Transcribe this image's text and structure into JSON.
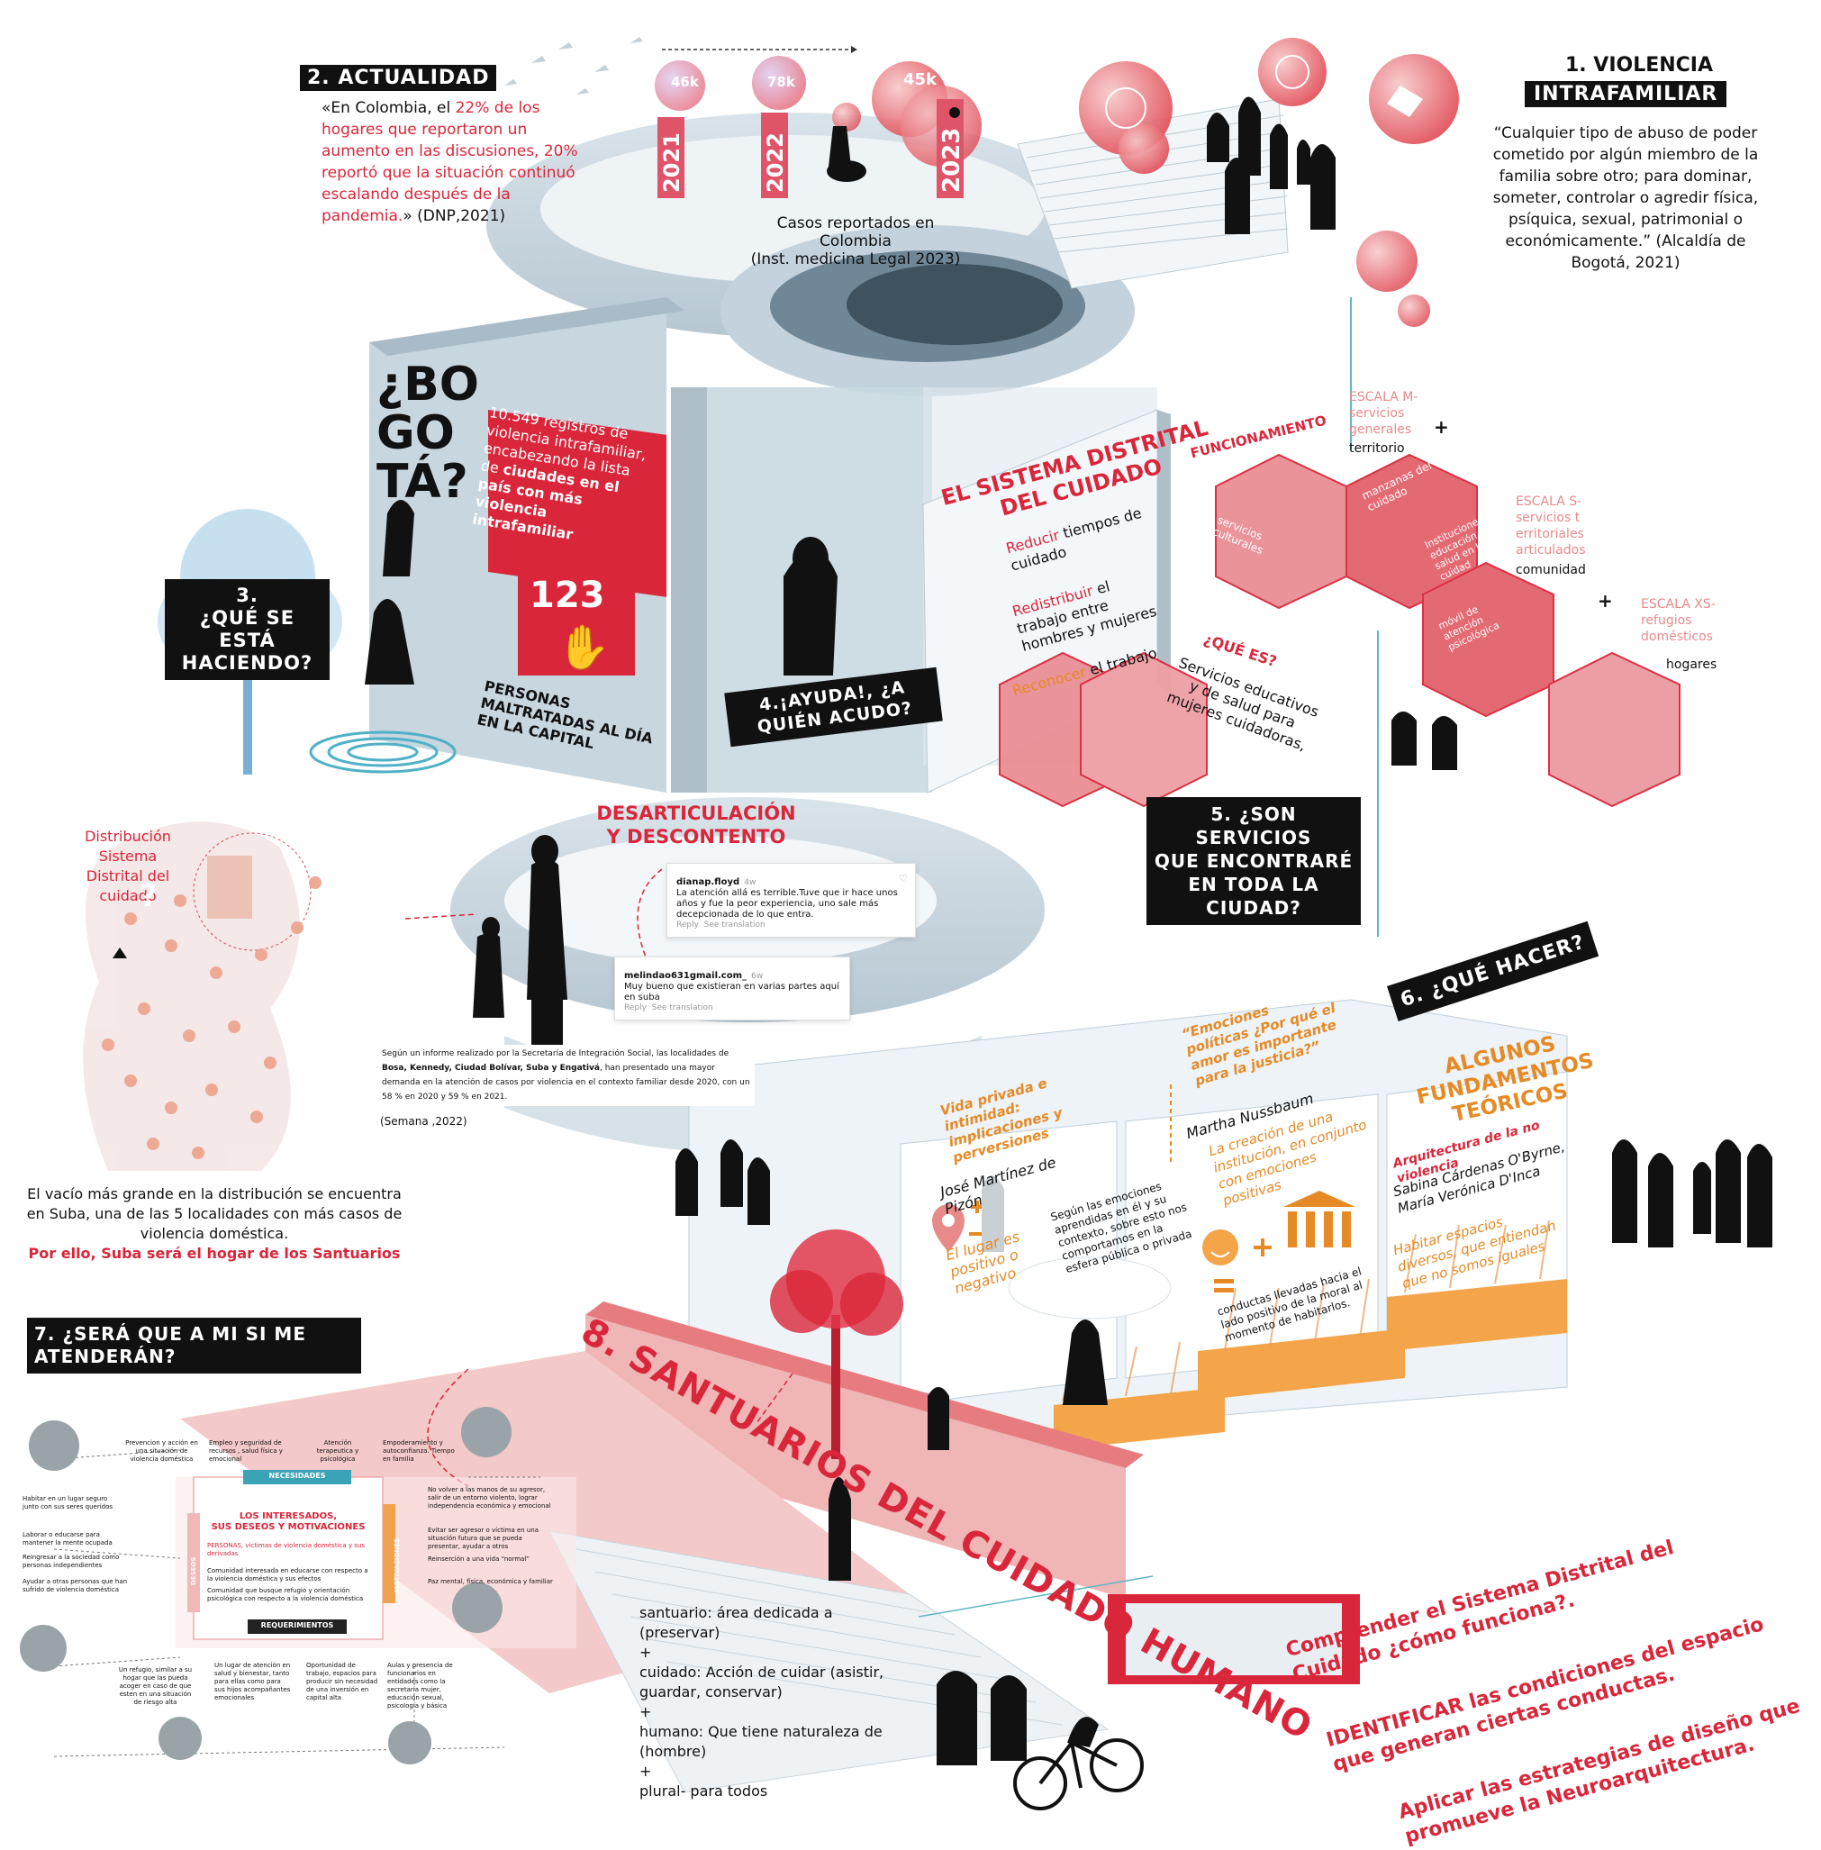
{
  "section1": {
    "title_line1": "1. VIOLENCIA",
    "title_line2": "INTRAFAMILIAR",
    "quote": "“Cualquier tipo de abuso de poder cometido por algún miembro de la familia sobre otro; para dominar, someter, controlar o agredir física, psíquica, sexual, patrimonial o económicamente.” (Alcaldía de Bogotá, 2021)"
  },
  "section2": {
    "title": "2. ACTUALIDAD",
    "quote_open": "«En Colombia, el ",
    "quote_red": "22% de los hogares que reportaron un aumento en las discusiones, 20% reportó que la situación continuó escalando después de la pandemia.",
    "quote_close": "» (DNP,2021)",
    "cases": [
      {
        "value": "46k",
        "year": "2021"
      },
      {
        "value": "78k",
        "year": "2022"
      },
      {
        "value": "45k",
        "year": "2023"
      }
    ],
    "caption_line1": "Casos reportados en Colombia",
    "caption_line2": "(Inst. medicina Legal 2023)"
  },
  "bogota": {
    "question": "¿BO GO TÁ?",
    "red_text": "10.549 registros de violencia intrafamiliar, encabezando la lista de ",
    "red_bold": "ciudades en el país con más violencia intrafamiliar",
    "hand_number": "123",
    "persons": "PERSONAS MALTRATADAS AL DÍA EN LA CAPITAL"
  },
  "section3": {
    "line1": "3.",
    "line2": "¿QUÉ SE ESTÁ",
    "line3": "HACIENDO?"
  },
  "section4": {
    "line1": "4.¡AYUDA!, ¿A",
    "line2": "QUIÉN ACUDO?"
  },
  "sistema": {
    "title_line1": "EL SISTEMA DISTRITAL",
    "title_line2": "DEL CUIDADO",
    "reducir_red": "Reducir",
    "reducir": " tiempos de cuidado",
    "redistribuir_red": "Redistribuir",
    "redistribuir": " el trabajo entre hombres y mujeres",
    "reconocer_red": "Reconocer",
    "reconocer": " el trabajo",
    "que_es": "¿QUÉ ES?",
    "que_es_text": "Servicios educativos y de salud para mujeres cuidadoras,",
    "funcionamiento": "FUNCIONAMIENTO"
  },
  "scales": {
    "m_label": "ESCALA M- servicios generales",
    "m_sub": "territorio",
    "s_label": "ESCALA S- servicios t erritoriales articulados",
    "s_sub": "comunidad",
    "xs_label": "ESCALA XS- refugios domésticos",
    "xs_sub": "hogares",
    "cube1": "servicios culturales",
    "cube2": "manzanas del cuidado",
    "cube3": "Instituciones de educación y salud en la cuidad",
    "cube4": "móvil de atención psicológica"
  },
  "section5": {
    "line1": "5. ¿SON SERVICIOS",
    "line2": "QUE ENCONTRARÉ",
    "line3": "EN TODA LA",
    "line4": "CIUDAD?"
  },
  "desarticulacion": {
    "line1": "DESARTICULACIÓN",
    "line2": "Y DESCONTENTO"
  },
  "comments": [
    {
      "user": "dianap.floyd",
      "time": "4w",
      "text": "La atención allá es terrible.Tuve que ir hace unos años y fue la peor experiencia, uno sale más decepcionada de lo que entra.",
      "reply": "Reply",
      "translate": "See translation"
    },
    {
      "user": "melindao631gmail.com_",
      "time": "6w",
      "text": "Muy bueno que existieran en varias partes aquí en suba",
      "reply": "Reply",
      "translate": "See translation"
    }
  ],
  "semana": {
    "text_pre": "Según un informe realizado por la Secretaría de Integración Social, las localidades de ",
    "text_bold": "Bosa, Kennedy, Ciudad Bolívar, Suba y Engativá",
    "text_post": ", han presentado una mayor demanda en la atención de casos por violencia en el contexto familiar desde 2020, con un 58 % en 2020 y 59 % en 2021.",
    "source": "(Semana ,2022)"
  },
  "distribucion": {
    "label": "Distribución Sistema Distrital del cuidado",
    "text": "El vacío más grande en la distribución se encuentra en Suba, una de las 5 localidades con más casos de violencia doméstica.",
    "bold": "Por ello, Suba será el hogar de los Santuarios"
  },
  "section6": {
    "title": "6. ¿QUÉ HACER?",
    "sub_line1": "ALGUNOS",
    "sub_line2": "FUNDAMENTOS",
    "sub_line3": "TEÓRICOS"
  },
  "panels": {
    "p1_title": "Vida privada e intimidad: implicaciones y perversiones",
    "p1_author": "José Martínez de Pizón",
    "p1_orange": "El lugar es positivo o negativo",
    "p2_title": "“Emociones políticas ¿Por qué el amor es importante para la justicia?”",
    "p2_author": "Martha Nussbaum",
    "p2_text": "Según las emociones aprendidas en él y su contexto, sobre esto nos comportamos en la esfera pública o privada",
    "p3_orange": "La creación de una institución, en conjunto con emociones positivas",
    "p3_text": "conductas llevadas hacia el lado positivo de la moral al momento de habitarlos.",
    "p4_title": "Arquitectura de la no violencia",
    "p4_author": "Sabina Cárdenas O'Byrne, María Verónica D'Inca",
    "p4_orange": "Habitar espacios diversos, que entiendan que no somos iguales"
  },
  "section7": {
    "line1": "7. ¿SERÁ QUE A MI SI ME",
    "line2": "ATENDERÁN?"
  },
  "santuarios": {
    "title": "8. SANTUARIOS DEL CUIDADO HUMANO"
  },
  "needs": {
    "top": [
      "Prevencion y acción en una situación de violencia doméstica",
      "Empleo y seguridad de recursos , salud física y emocional",
      "Atención terapeutica y psicológica",
      "Empoderamiento y autoconfianza. Tiempo en familia"
    ],
    "left": [
      "Habitar en un lugar seguro junto con sus seres queridos",
      "Laborar o educarse para mantener la mente ocupada",
      "Reingresar a la sociedad como personas independientes",
      "Ayudar a otras personas que han sufrido de violencia doméstica"
    ],
    "right": [
      "No volver a las manos de su agresor, salir de un entorno violento, lograr independencia económica y emocional",
      "Evitar ser agresor o víctima en una situación futura que se pueda presentar, ayudar a otros",
      "Reinserción a una vida “normal”",
      "Paz mental, física, económica y familiar"
    ],
    "bottom": [
      "Un refugio, similar a su hogar que las pueda acoger en caso de que esten en una situación de riesgo alta",
      "Un lugar de atención en salud y bienestar, tanto para ellas como para sus hijos acompañantes emocionales",
      "Oportunidad de trabajo, espacios para producir sin necesidad de una inversión en capital alta",
      "Aulas y presencia de funcionarios en entidades como la secretaría mujer, educación sexual, psicología y básica"
    ],
    "necesidades": "NECESIDADES",
    "interesados_line1": "LOS INTERESADOS,",
    "interesados_line2": "SUS DESEOS Y MOTIVACIONES",
    "personas": "PERSONAS, víctimas de violencia doméstica y sus derivadas",
    "comunidad1": "Comunidad interesada en educarse con respecto a la violencia doméstica y sus efectos",
    "comunidad2": "Comunidad que busque refugio y orientación psicológica con respecto a la violencia doméstica",
    "motivaciones": "MOTIVACIONES",
    "deseos": "DESEOS",
    "requerimientos": "REQUERIMIENTOS"
  },
  "definitions": {
    "d1": "santuario: área dedicada a (preservar)",
    "plus": "+",
    "d2": "cuidado: Acción de cuidar (asistir, guardar, conservar)",
    "d3": "humano: Que tiene naturaleza de (hombre)",
    "d4": "plural- para todos"
  },
  "objectives": {
    "o1_line1": "Comprender el Sistema Distrital del",
    "o1_line2": "Cuidado ¿cómo funciona?.",
    "o2_line1": "IDENTIFICAR las condiciones del espacio",
    "o2_line2": "que generan ciertas conductas.",
    "o3_line1": "Aplicar las estrategias de diseño que",
    "o3_line2": "promueve la Neuroarquitectura."
  },
  "colors": {
    "red": "#d9263a",
    "pink": "#e88a8a",
    "orange": "#e58a25",
    "structure": "#b9cad6",
    "black": "#111111"
  }
}
